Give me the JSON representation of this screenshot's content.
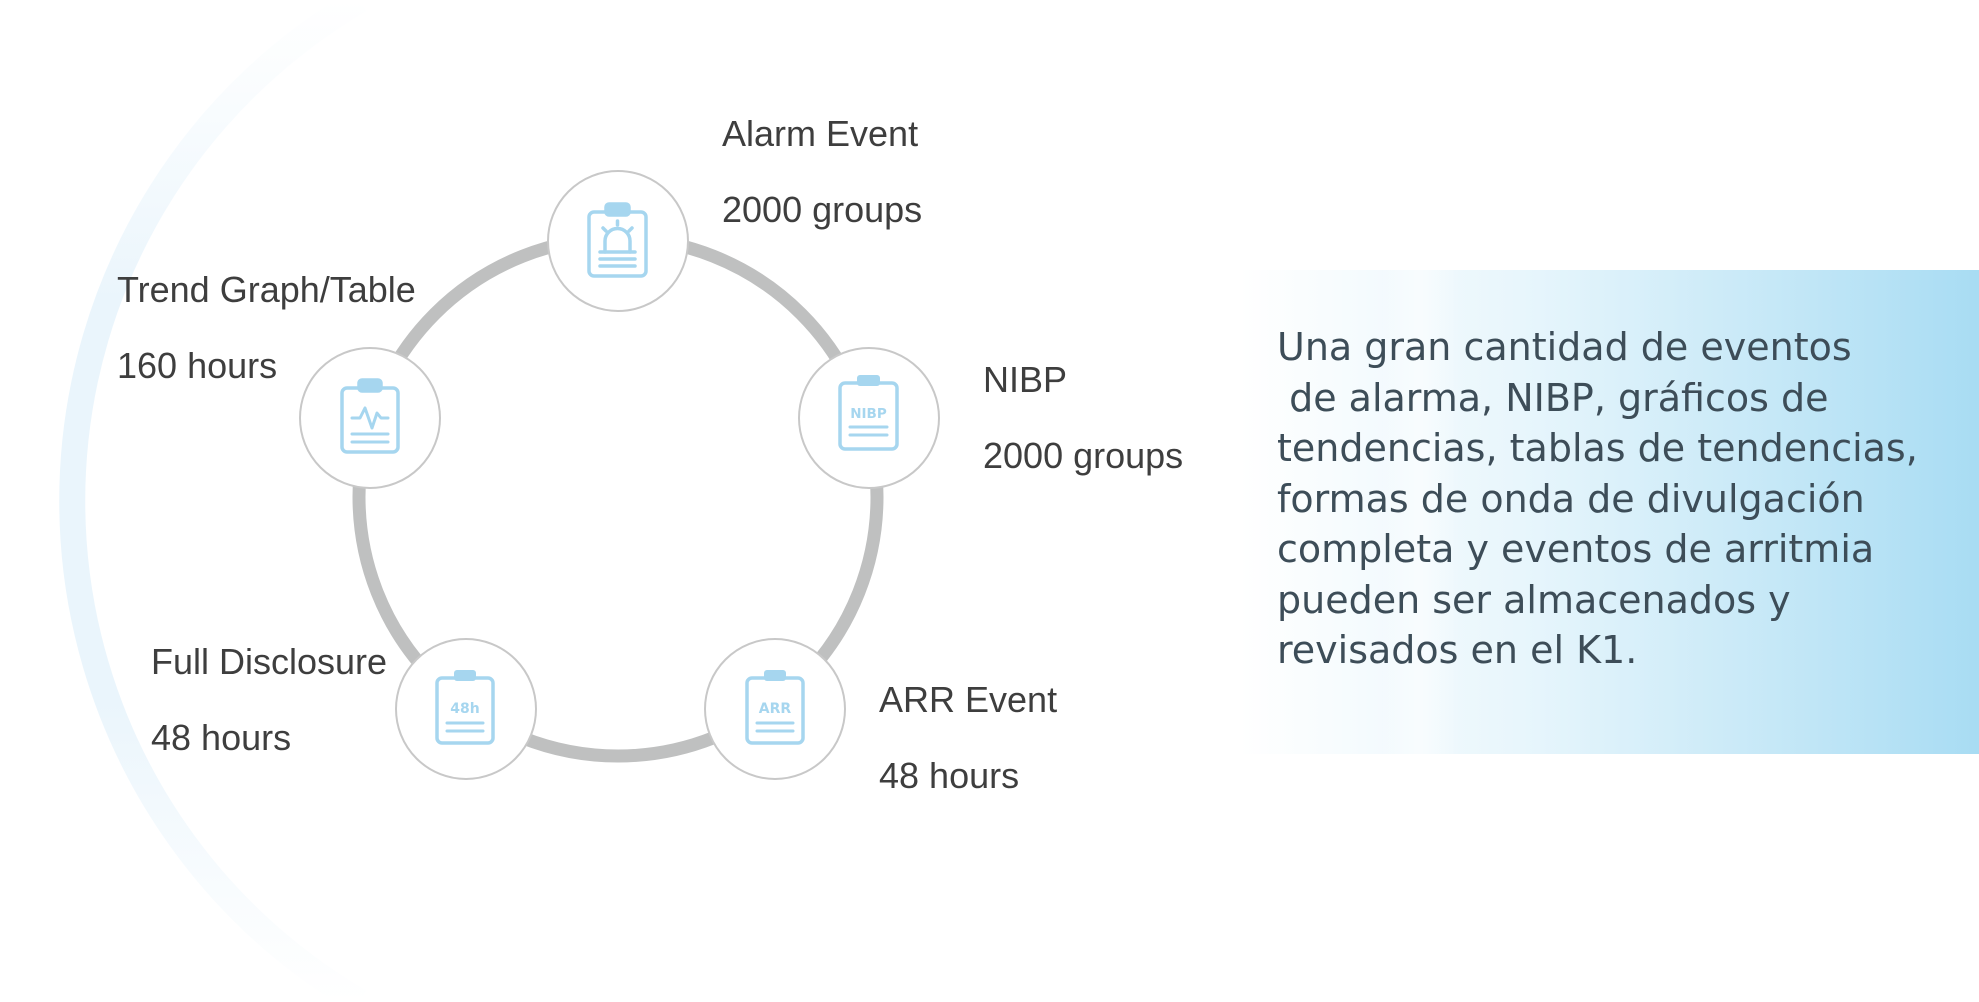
{
  "nodes": [
    {
      "id": "alarm",
      "title": "Alarm Event",
      "value": "2000 groups",
      "icon": "alarm-light-clipboard-icon"
    },
    {
      "id": "nibp",
      "title": "NIBP",
      "value": "2000 groups",
      "icon": "nibp-clipboard-icon",
      "badge": "NIBP"
    },
    {
      "id": "arr",
      "title": "ARR Event",
      "value": "48 hours",
      "icon": "arr-clipboard-icon",
      "badge": "ARR"
    },
    {
      "id": "full",
      "title": "Full Disclosure",
      "value": "48 hours",
      "icon": "48h-clipboard-icon",
      "badge": "48h"
    },
    {
      "id": "trend",
      "title": "Trend Graph/Table",
      "value": "160 hours",
      "icon": "trend-clipboard-icon"
    }
  ],
  "description": "Una gran cantidad de eventos\n de alarma, NIBP, gráficos de\ntendencias, tablas de tendencias,\nformas de onda de divulgación\ncompleta y eventos de arritmia\npueden ser almacenados y\nrevisados en el K1.",
  "colors": {
    "ring": "#bfc0c0",
    "node_border": "#c8c8c8",
    "icon": "#a6d6ef",
    "text": "#3e3e3e",
    "panel_accent": "#a8dcf3"
  }
}
